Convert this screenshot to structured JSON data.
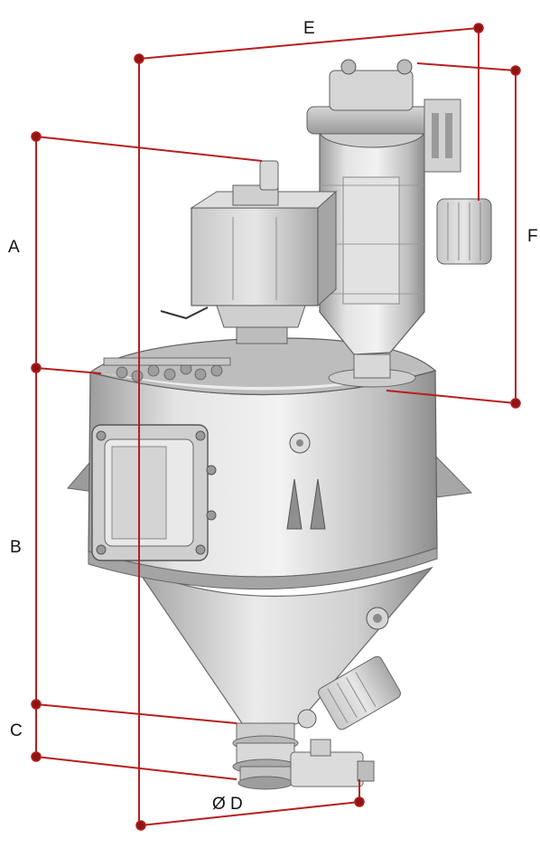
{
  "dimensions": {
    "A": "A",
    "B": "B",
    "C": "C",
    "D": "Ø D",
    "E": "E",
    "F": "F"
  },
  "colors": {
    "dimension_line": "#b5201f",
    "dimension_dot_fill": "#8e1515",
    "machine_light": "#e8e8e8",
    "machine_mid": "#c2c2c2",
    "machine_dark": "#7f7f7f",
    "outline": "#5b5b5b"
  },
  "icons": [
    "dimension-marker-icon",
    "inspection-door-icon",
    "drive-motor-icon",
    "gearbox-icon"
  ]
}
